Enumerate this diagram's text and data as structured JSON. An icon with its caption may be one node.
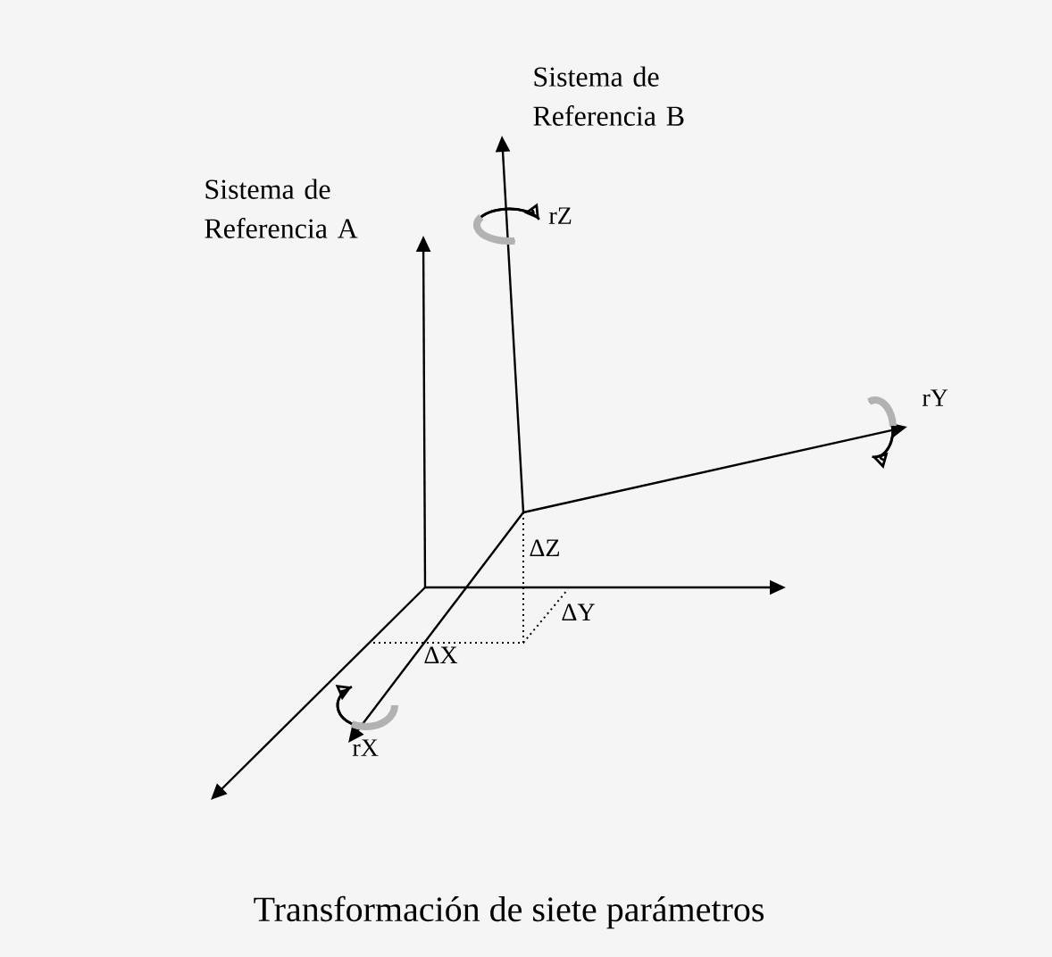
{
  "diagram": {
    "caption": "Transformación de siete parámetros",
    "labels": [
      "Sistema de Referencia B",
      "Sistema de Referencia A",
      "rZ",
      "rY",
      "ΔZ",
      "ΔY",
      "ΔX",
      "rX"
    ]
  }
}
